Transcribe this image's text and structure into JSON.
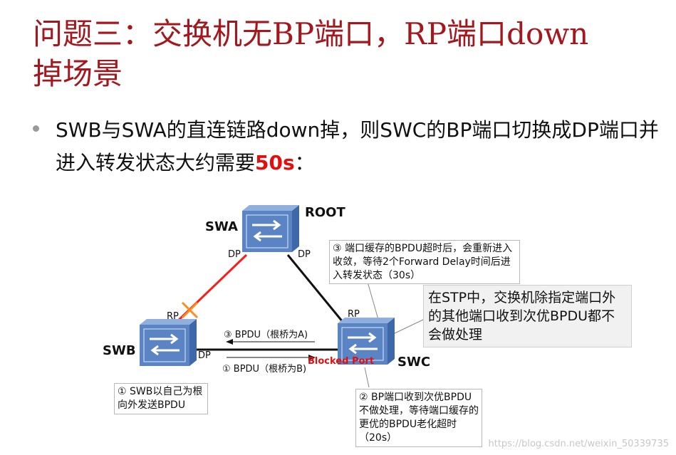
{
  "title": {
    "part1": "问题三：交换机无",
    "bp": "BP",
    "part2": "端口，",
    "rp": "RP",
    "part3": "端口",
    "down": "down",
    "line2": "掉场景"
  },
  "bullet": {
    "text_before": "SWB与SWA的直连链路down掉，则SWC的BP端口切换成DP端口并进入转发状态大约需要",
    "emphasis": "50s",
    "text_after": "："
  },
  "diagram": {
    "swa_label": "SWA",
    "root_label": "ROOT",
    "swb_label": "SWB",
    "swc_label": "SWC",
    "swa_dp_left": "DP",
    "swa_dp_right": "DP",
    "swb_rp": "RP",
    "swb_dp": "DP",
    "swc_rp": "RP",
    "bpdu_top": "③ BPDU（根桥为A)",
    "bpdu_bottom": "① BPDU（根桥为B)",
    "blocked_port": "Blocked Port",
    "note1": "① SWB以自己为根向外发送BPDU",
    "note2": "② BP端口收到次优BPDU不做处理，等待端口缓存的更优的BPDU老化超时（20s）",
    "note3": "③ 端口缓存的BPDU超时后，会重新进入收敛，等待2个Forward Delay时间后进入转发状态（30s）",
    "note_stp": "在STP中，交换机除指定端口外的其他端口收到次优BPDU都不会做处理",
    "link_down_color": "#ff1a1a",
    "cross_color": "#ff8c1a",
    "switch_color": "#5b84c4"
  },
  "watermark": "https://blog.csdn.net/weixin_50339735"
}
